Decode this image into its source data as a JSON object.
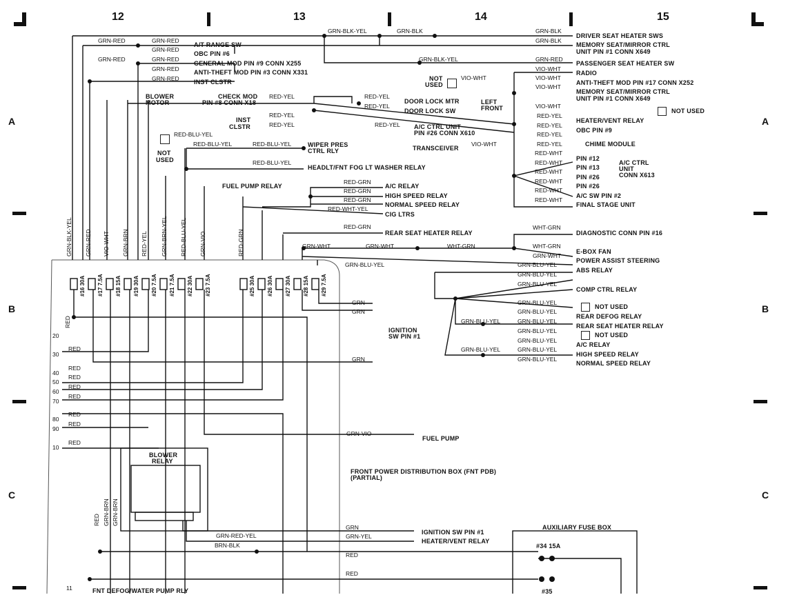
{
  "grid": {
    "columns": [
      "12",
      "13",
      "14",
      "15"
    ],
    "rows": [
      "A",
      "B",
      "C"
    ]
  },
  "top_left": {
    "wires": [
      "GRN-RED",
      "GRN-RED",
      "GRN-RED",
      "GRN-RED",
      "GRN-RED",
      "GRN-RED",
      "GRN-RED"
    ],
    "destinations": [
      "A/T RANGE SW",
      "OBC PIN #6",
      "GENERAL MOD PIN #9 CONN X255",
      "ANTI-THEFT MOD PIN #3 CONN X331",
      "INST CLSTR"
    ]
  },
  "top_right": {
    "trunk_wires": [
      "GRN-BLK-YEL",
      "GRN-BLK",
      "GRN-BLK-YEL"
    ],
    "wires": [
      "GRN-BLK",
      "GRN-BLK",
      "GRN-RED",
      "VIO-WHT",
      "VIO-WHT",
      "VIO-WHT",
      "VIO-WHT"
    ],
    "destinations": [
      "DRIVER SEAT HEATER SWS",
      "MEMORY SEAT/MIRROR CTRL",
      "UNIT PIN #1 CONN X649",
      "PASSENGER SEAT HEATER SW",
      "RADIO",
      "ANTI-THEFT MOD PIN #17 CONN X252",
      "MEMORY SEAT/MIRROR CTRL",
      "UNIT PIN #1 CONN X649",
      "NOT USED"
    ],
    "not_used_left": [
      "NOT",
      "USED"
    ],
    "vio_wht": "VIO-WHT",
    "transceiver": "TRANSCEIVER"
  },
  "middle_left": {
    "blower_motor": [
      "BLOWER",
      "MOTOR"
    ],
    "check_mod": [
      "CHECK MOD",
      "PIN #8 CONN X18"
    ],
    "inst_clstr": [
      "INST",
      "CLSTR"
    ],
    "red_yel": "RED-YEL",
    "red_blu_yel": "RED-BLU-YEL",
    "not_used": [
      "NOT",
      "USED"
    ],
    "wiper": [
      "WIPER PRES",
      "CTRL RLY"
    ],
    "headlt": "HEADLT/FNT FOG LT WASHER RELAY",
    "fuel_pump_relay": "FUEL PUMP RELAY"
  },
  "door": {
    "lock_mtr": "DOOR LOCK MTR",
    "lock_sw": "DOOR LOCK SW",
    "left_front": [
      "LEFT",
      "FRONT"
    ],
    "ac_ctrl": [
      "A/C CTRL UNIT",
      "PIN #26 CONN X610"
    ]
  },
  "right_mid": {
    "red_yel_dest": [
      "HEATER/VENT RELAY",
      "OBC PIN #9",
      "CHIME MODULE"
    ],
    "red_wht": "RED-WHT",
    "pins": [
      "PIN #12",
      "PIN #13",
      "PIN #26",
      "PIN #26"
    ],
    "ac_unit": [
      "A/C CTRL",
      "UNIT",
      "CONN X613"
    ],
    "ac_sw": "A/C SW PIN #2",
    "final_stage": "FINAL STAGE UNIT"
  },
  "relays_mid": {
    "red_grn": "RED-GRN",
    "red_wht_yel": "RED-WHT-YEL",
    "destinations": [
      "A/C RELAY",
      "HIGH SPEED RELAY",
      "NORMAL SPEED RELAY",
      "CIG LTRS",
      "REAR SEAT HEATER RELAY"
    ]
  },
  "diag": {
    "wht_grn": "WHT-GRN",
    "grn_wht": "GRN-WHT",
    "grn_blu_yel": "GRN-BLU-YEL",
    "destinations": [
      "DIAGNOSTIC CONN PIN #16",
      "E-BOX FAN",
      "POWER ASSIST STEERING",
      "ABS RELAY",
      "COMP CTRL RELAY",
      "NOT USED",
      "REAR DEFOG RELAY",
      "REAR SEAT HEATER RELAY",
      "NOT USED",
      "A/C RELAY",
      "HIGH SPEED RELAY",
      "NORMAL SPEED RELAY"
    ]
  },
  "fuse_wires": [
    "GRN-BLK-YEL",
    "GRN-RED",
    "VIO-WHT",
    "GRN-BRN",
    "RED-YEL",
    "GRN-BRN-YEL",
    "RED-BLU-YEL",
    "GRN-VIO",
    "RED-GRN"
  ],
  "fuses_left": [
    "#16 30A",
    "#17 7.5A",
    "#18 15A",
    "#19 30A",
    "#20 7.5A",
    "#21 7.5A",
    "#22 30A",
    "#23 7.5A"
  ],
  "fuses_right": [
    "#25 30A",
    "#26 30A",
    "#27 30A",
    "#28 15A",
    "#29 7.5A"
  ],
  "pdb": {
    "pins": [
      "20",
      "30",
      "40",
      "50",
      "60",
      "70",
      "80",
      "90",
      "10",
      "11"
    ],
    "red": "RED",
    "grn": "GRN",
    "ignition": [
      "IGNITION",
      "SW PIN #1"
    ],
    "grn_vio": "GRN-VIO",
    "fuel_pump": "FUEL PUMP",
    "title": [
      "FRONT POWER DISTRIBUTION BOX (FNT PDB)",
      "(PARTIAL)"
    ],
    "fnt_defog": "FNT DEFOG/WATER PUMP RLY"
  },
  "blower_relay": {
    "title": [
      "BLOWER",
      "RELAY"
    ],
    "wires_v": [
      "RED",
      "GRN-BRN",
      "GRN-BRN"
    ],
    "grn_red_yel": "GRN-RED-YEL",
    "brn_blk": "BRN-BLK"
  },
  "bottom_right": {
    "grn": "GRN",
    "grn_yel": "GRN-YEL",
    "ign": "IGNITION SW PIN #1",
    "heater": "HEATER/VENT RELAY",
    "red": "RED",
    "aux_title": "AUXILIARY FUSE BOX",
    "fuse34": "#34 15A",
    "fuse35": "#35"
  }
}
